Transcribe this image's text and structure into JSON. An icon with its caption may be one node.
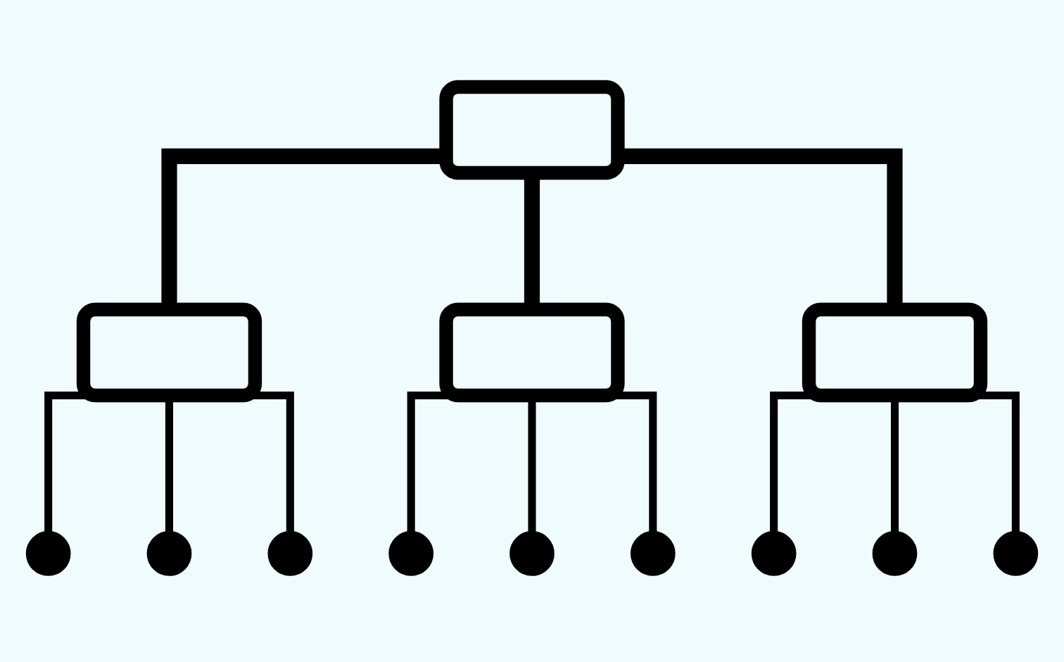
{
  "diagram": {
    "nodes": [
      {
        "text": [],
        "shape": "box"
      },
      {
        "text": [],
        "shape": "box"
      },
      {
        "text": [],
        "shape": "box"
      },
      {
        "text": [],
        "shape": "box"
      },
      {
        "text": [],
        "shape": "circle"
      },
      {
        "text": [],
        "shape": "circle"
      },
      {
        "text": [],
        "shape": "circle"
      },
      {
        "text": [],
        "shape": "circle"
      },
      {
        "text": [],
        "shape": "circle"
      },
      {
        "text": [],
        "shape": "circle"
      },
      {
        "text": [],
        "shape": "circle"
      },
      {
        "text": [],
        "shape": "circle"
      },
      {
        "text": [],
        "shape": "circle"
      }
    ],
    "edges": [
      {
        "from": 0,
        "to": 1,
        "arrow": "none",
        "style": "thick"
      },
      {
        "from": 0,
        "to": 2,
        "arrow": "none",
        "style": "thick"
      },
      {
        "from": 0,
        "to": 3,
        "arrow": "none",
        "style": "thick"
      },
      {
        "from": 1,
        "to": 4,
        "arrow": "none"
      },
      {
        "from": 1,
        "to": 5,
        "arrow": "none"
      },
      {
        "from": 1,
        "to": 6,
        "arrow": "none"
      },
      {
        "from": 2,
        "to": 7,
        "arrow": "none"
      },
      {
        "from": 2,
        "to": 8,
        "arrow": "none"
      },
      {
        "from": 2,
        "to": 9,
        "arrow": "none"
      },
      {
        "from": 3,
        "to": 10,
        "arrow": "none"
      },
      {
        "from": 3,
        "to": 11,
        "arrow": "none"
      },
      {
        "from": 3,
        "to": 12,
        "arrow": "none"
      }
    ]
  }
}
